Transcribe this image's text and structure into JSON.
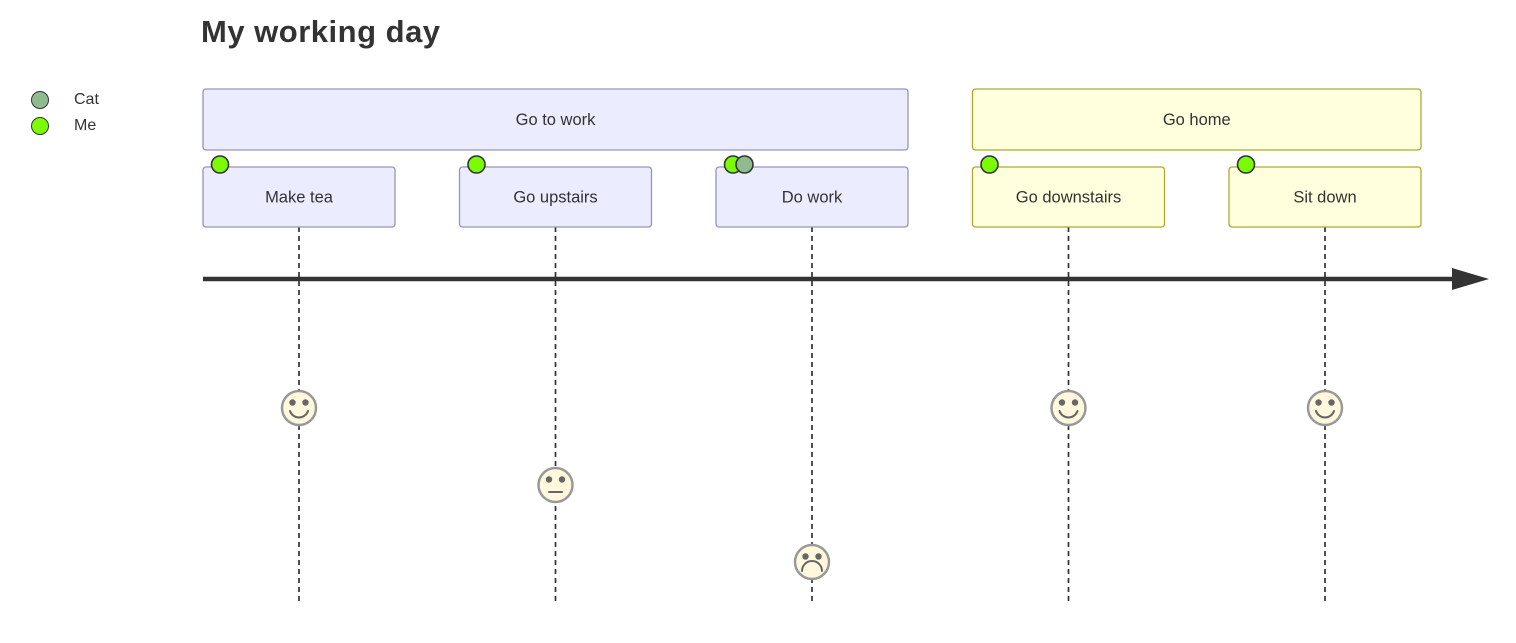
{
  "diagram": {
    "type": "user-journey",
    "title": "My working day",
    "legend": {
      "items": [
        {
          "actor": "Cat",
          "color": "#8FBC8F"
        },
        {
          "actor": "Me",
          "color": "#7CFC00"
        }
      ]
    },
    "score_scale": {
      "min": 1,
      "max": 5
    },
    "sections": [
      {
        "name": "Go to work",
        "fill": "#ECECFF",
        "border": "#9695b5",
        "tasks": [
          {
            "name": "Make tea",
            "score": 5,
            "face": "happy",
            "actors": [
              "Me"
            ]
          },
          {
            "name": "Go upstairs",
            "score": 3,
            "face": "neutral",
            "actors": [
              "Me"
            ]
          },
          {
            "name": "Do work",
            "score": 1,
            "face": "sad",
            "actors": [
              "Me",
              "Cat"
            ]
          }
        ]
      },
      {
        "name": "Go home",
        "fill": "#FFFFDE",
        "border": "#aaaa33",
        "tasks": [
          {
            "name": "Go downstairs",
            "score": 5,
            "face": "happy",
            "actors": [
              "Me"
            ]
          },
          {
            "name": "Sit down",
            "score": 5,
            "face": "happy",
            "actors": [
              "Me"
            ]
          }
        ]
      }
    ],
    "colors": {
      "title_text": "#333333",
      "task_text": "#333333",
      "face_fill": "#FFF8DC",
      "face_stroke": "#999999",
      "face_feature": "#666666",
      "axis": "#333333",
      "dashed_line": "#333333",
      "actor_dot_stroke": "#333333"
    }
  }
}
